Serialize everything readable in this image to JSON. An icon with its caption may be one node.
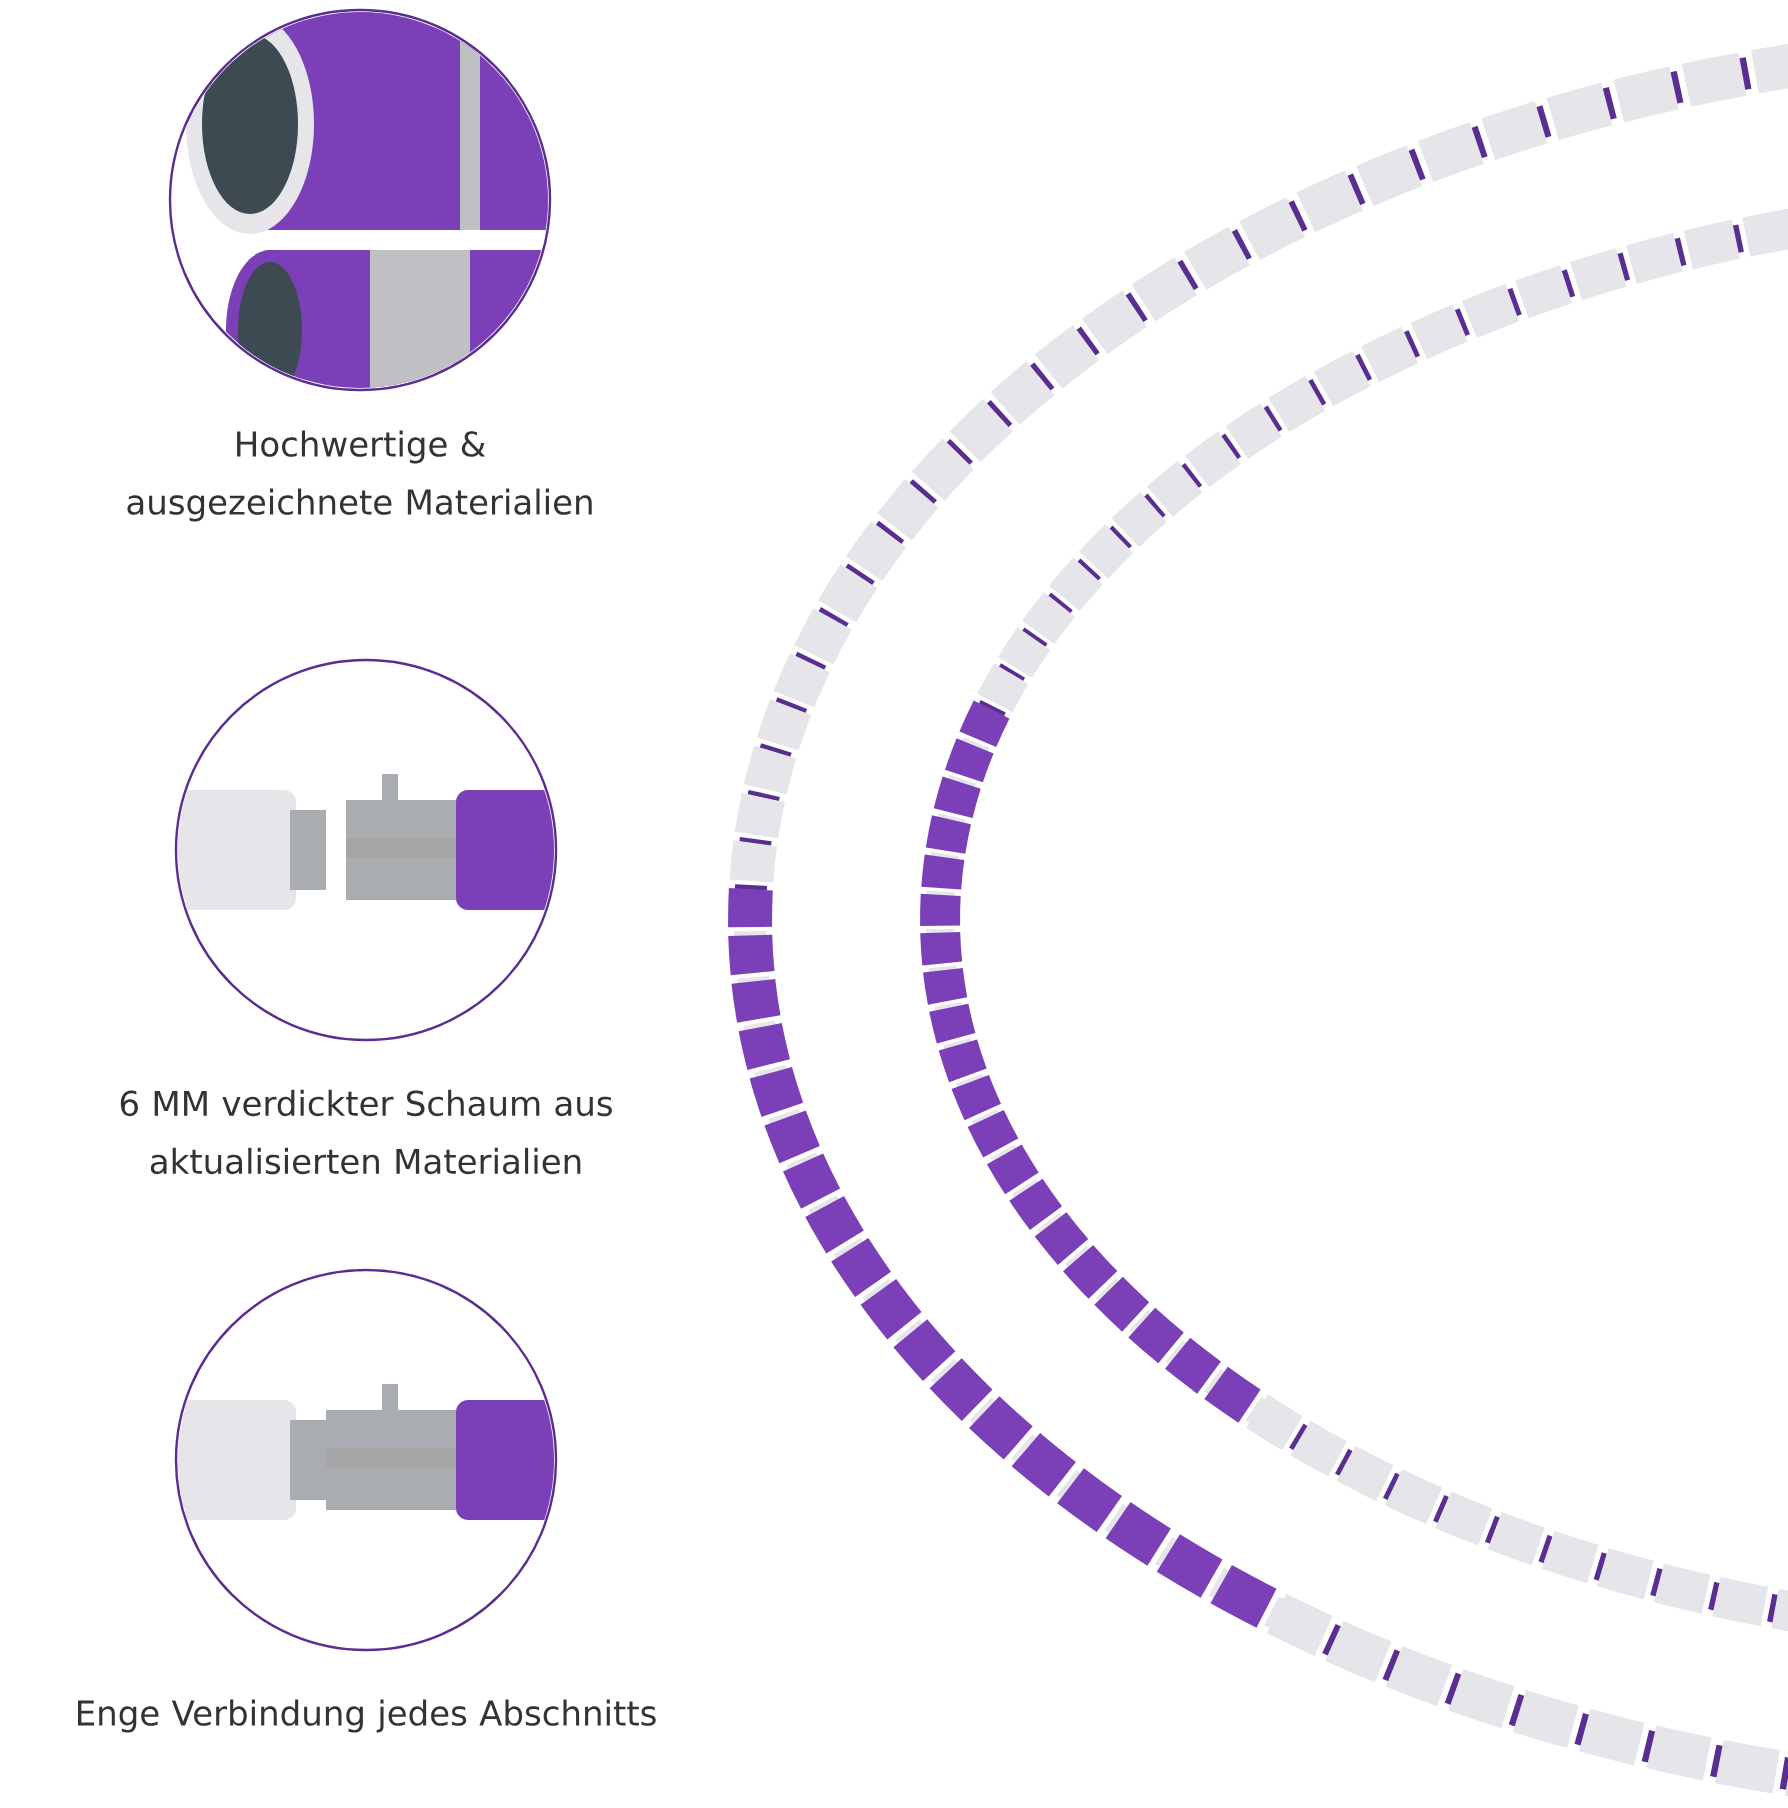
{
  "diagram": {
    "nodes": [
      {
        "text": [],
        "shape": "picture",
        "beside": [
          "Hochwertige & ausgezeichnete Materialien"
        ]
      },
      {
        "text": [],
        "shape": "picture",
        "beside": [
          "6 MM verdickter Schaum aus aktualisierten Materialien"
        ]
      },
      {
        "text": [],
        "shape": "picture",
        "beside": [
          "Enge Verbindung jedes Abschnitts"
        ]
      }
    ]
  }
}
